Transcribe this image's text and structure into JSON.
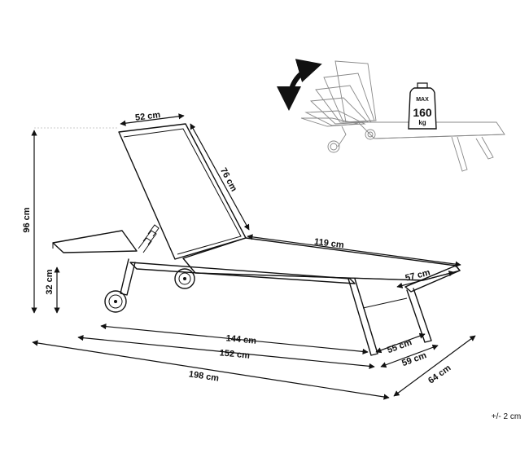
{
  "dimensions": {
    "backrest_width": "52 cm",
    "backrest_length": "76 cm",
    "seat_length": "119 cm",
    "end_width": "57 cm",
    "total_height": "96 cm",
    "seat_height": "32 cm",
    "base_length_inner": "144 cm",
    "base_length_outer": "152 cm",
    "total_length": "198 cm",
    "leg_width": "55 cm",
    "base_width": "59 cm",
    "total_width": "64 cm"
  },
  "weight_badge": {
    "prefix": "MAX",
    "value": "160",
    "unit": "kg"
  },
  "tolerance": "+/- 2 cm",
  "icons": {
    "rotation_arrow": "curved-arrow-icon",
    "weight": "weight-icon"
  }
}
